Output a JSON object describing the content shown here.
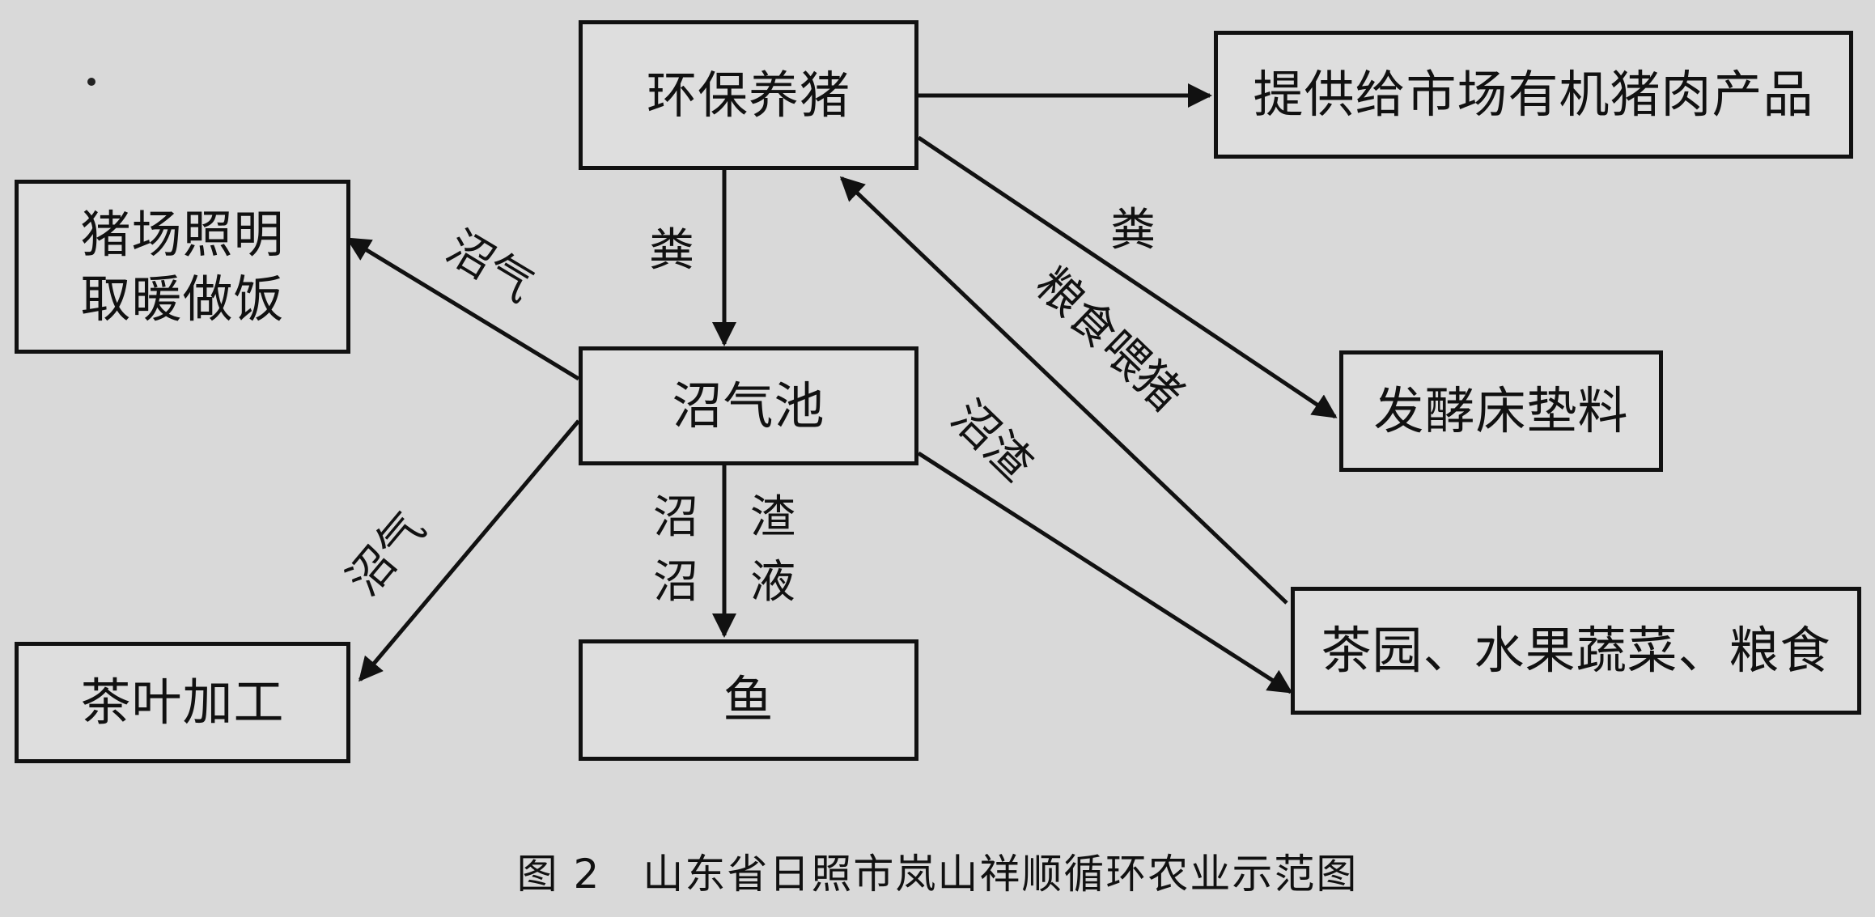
{
  "nodes": {
    "pig": "环保养猪",
    "market": "提供给市场有机猪肉产品",
    "lighting": "猪场照明\n取暖做饭",
    "biogas": "沼气池",
    "bedding": "发酵床垫料",
    "tea_process": "茶叶加工",
    "fish": "鱼",
    "farm": "茶园、水果蔬菜、粮食"
  },
  "edge_labels": {
    "pig_to_biogas": "粪",
    "pig_to_bedding": "粪",
    "biogas_to_lighting": "沼气",
    "biogas_to_tea": "沼气",
    "grain_feed": "粮食喂猪",
    "residue": "沼渣",
    "biogas_fish_col1_top": "沼",
    "biogas_fish_col1_bottom": "沼",
    "biogas_fish_col2_top": "渣",
    "biogas_fish_col2_bottom": "液"
  },
  "caption": "图 2　山东省日照市岚山祥顺循环农业示范图"
}
